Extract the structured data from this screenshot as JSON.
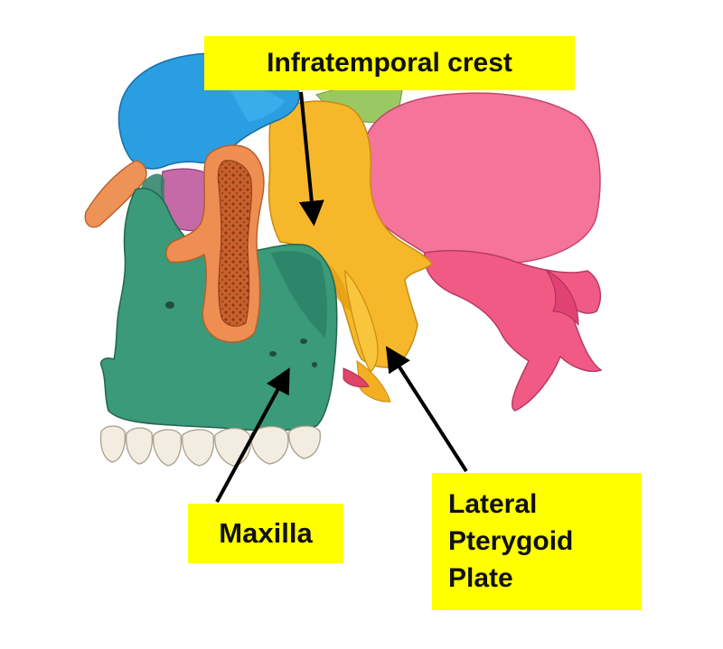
{
  "labels": {
    "infratemporal_crest": "Infratemporal crest",
    "maxilla": "Maxilla",
    "lateral_pterygoid_plate": [
      "Lateral",
      "Pterygoid",
      "Plate"
    ]
  },
  "colors": {
    "label_background": "#ffff00",
    "frontal_bone": "#2a9ee0",
    "zygomatic_bone": "#e8925a",
    "maxilla": "#3c9a7c",
    "sphenoid_bone": "#f4b824",
    "temporal_bone": "#f2648e",
    "lacrimal_bone": "#c46aa6",
    "ethmoid_bone": "#9ac862",
    "teeth": "#f3ede1"
  },
  "icons": [
    "skull-lateral-illustration",
    "pointer-arrow"
  ]
}
